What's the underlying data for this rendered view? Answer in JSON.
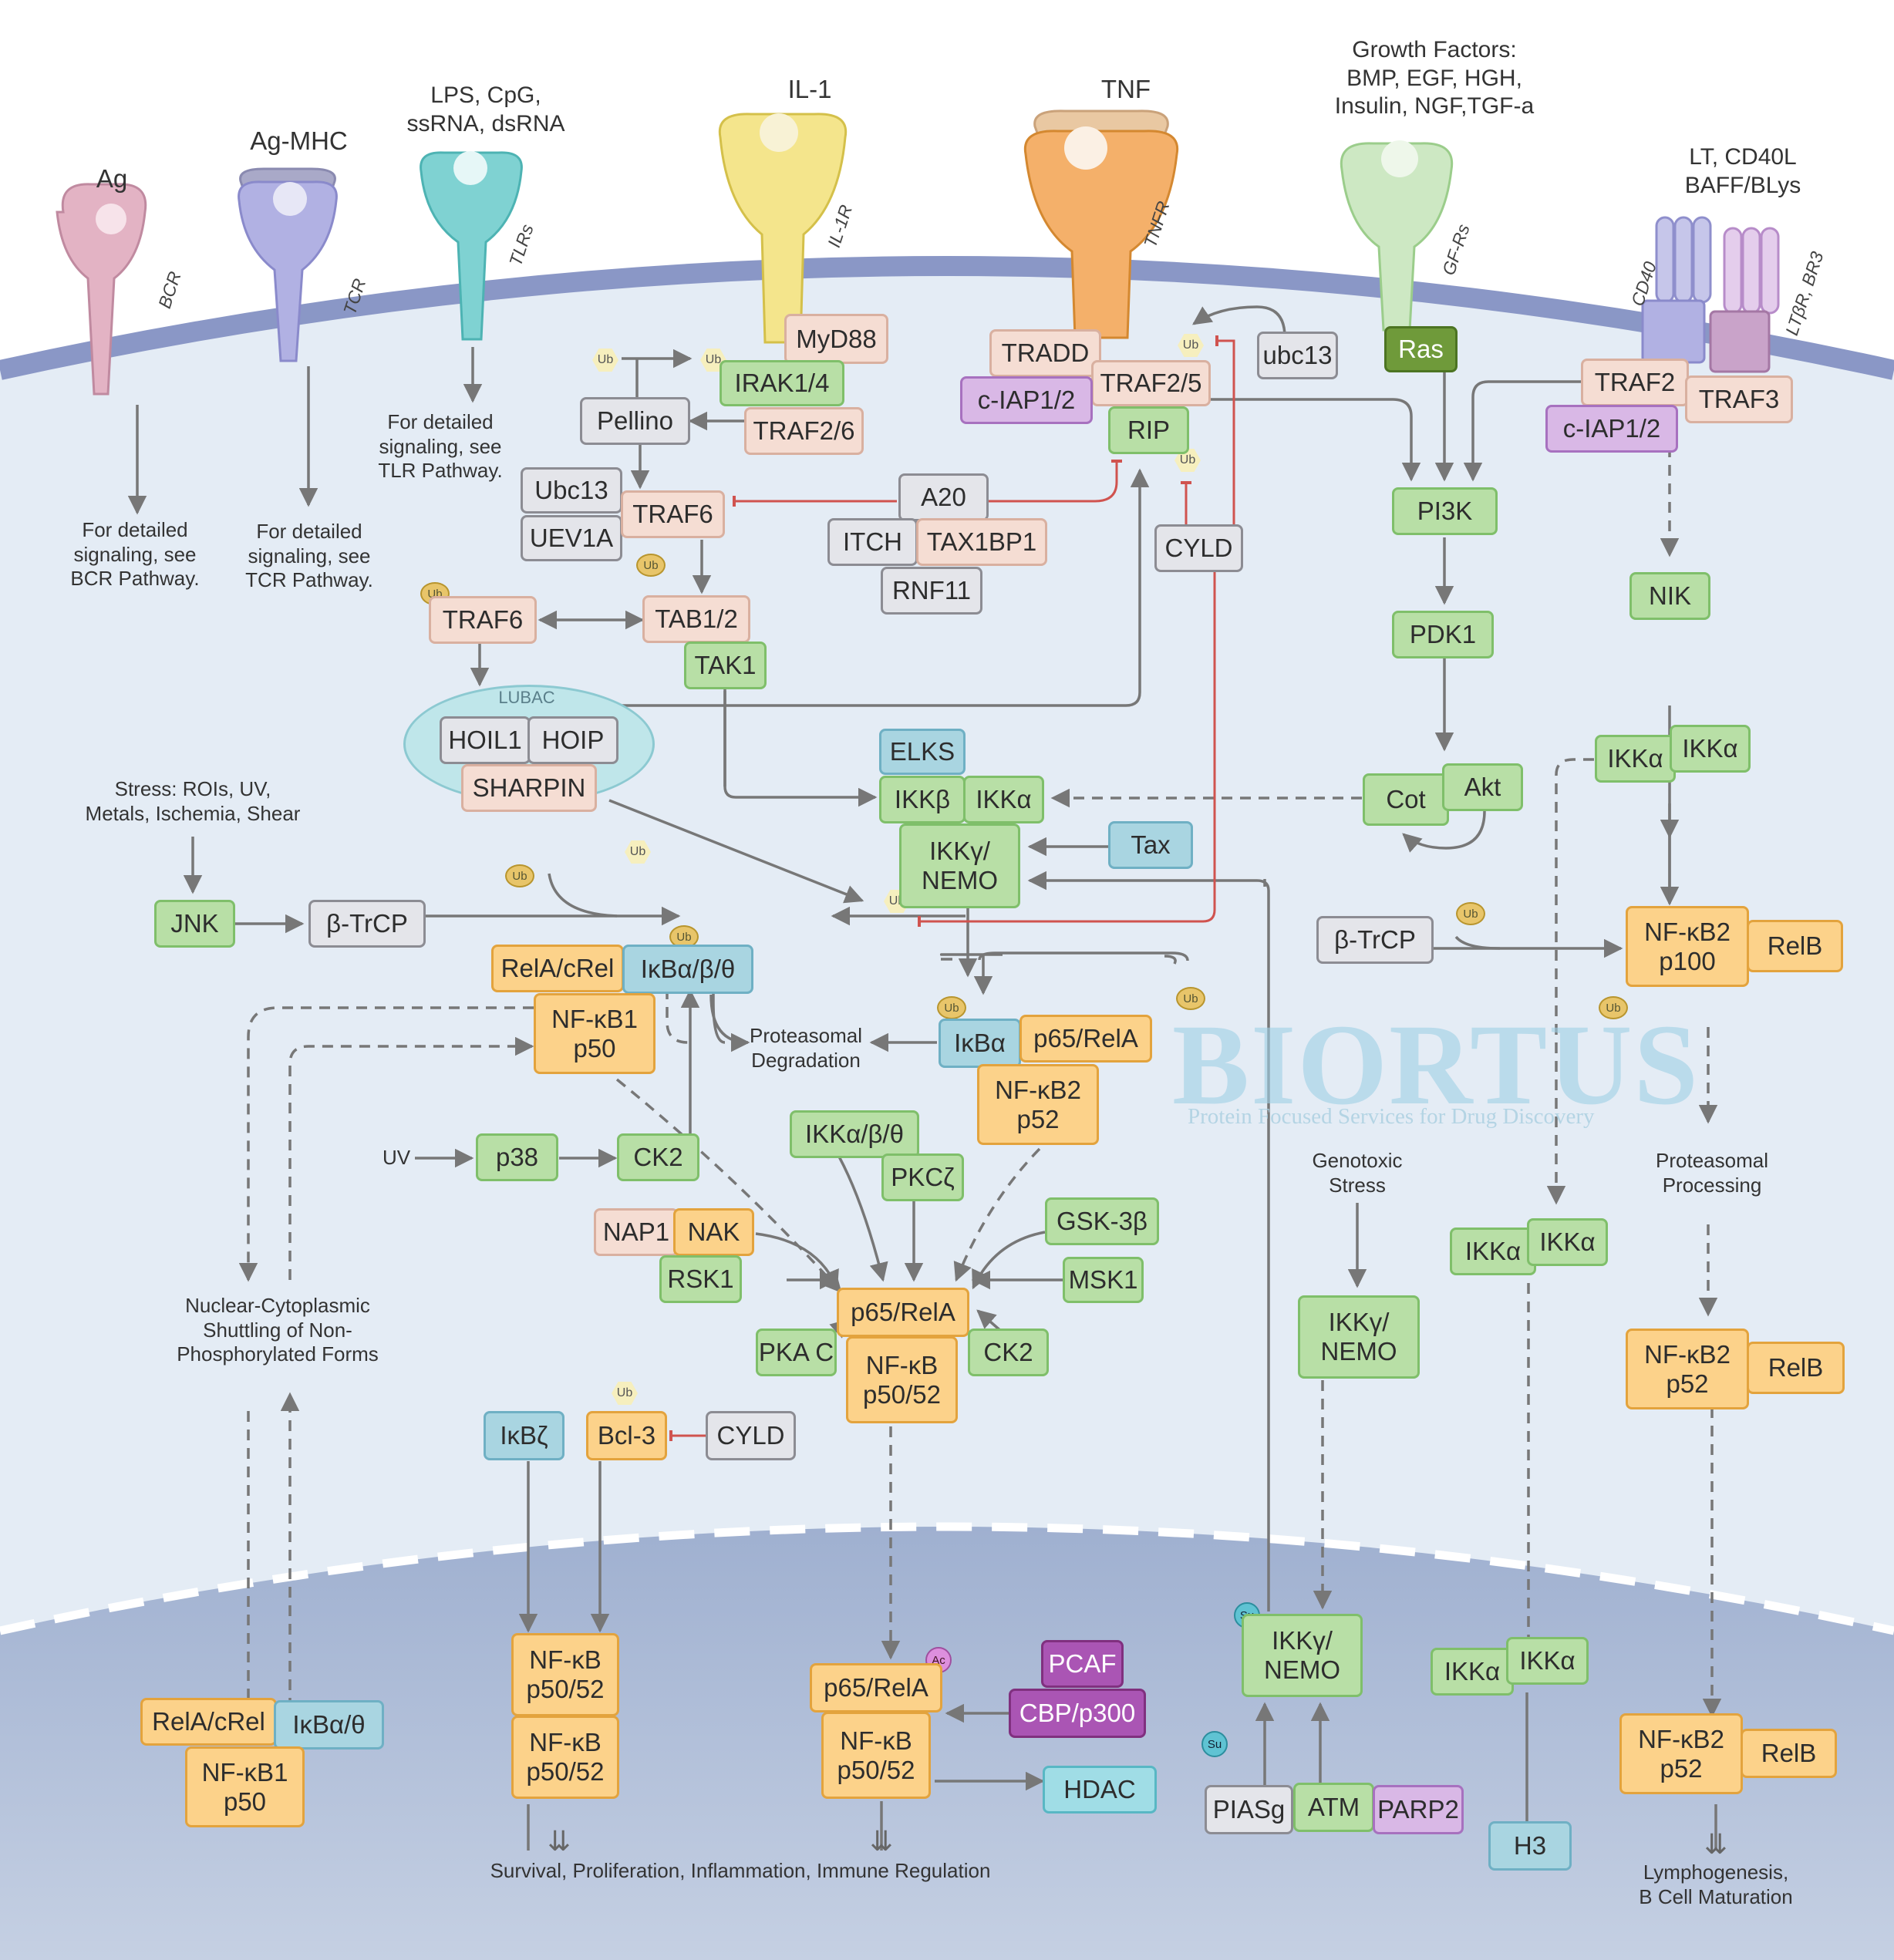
{
  "ligands": {
    "ag": "Ag",
    "agmhc": "Ag-MHC",
    "lps": "LPS, CpG,\nssRNA, dsRNA",
    "il1": "IL-1",
    "tnf": "TNF",
    "growth": "Growth Factors:\nBMP, EGF, HGH,\nInsulin, NGF,TGF-a",
    "lt": "LT, CD40L\nBAFF/BLys"
  },
  "receptors": {
    "bcr": "BCR",
    "tcr": "TCR",
    "tlrs": "TLRs",
    "il1r": "IL-1R",
    "tnfr": "TNFR",
    "gfrs": "GF-Rs",
    "cd40": "CD40",
    "ltbr": "LTβR, BR3"
  },
  "notes": {
    "bcr": "For detailed\nsignaling, see\nBCR Pathway.",
    "tcr": "For detailed\nsignaling, see\nTCR Pathway.",
    "tlr": "For detailed\nsignaling, see\nTLR Pathway.",
    "stress": "Stress: ROIs, UV,\nMetals, Ischemia, Shear",
    "uv": "UV",
    "proteasomal_degradation": "Proteasomal\nDegradation",
    "genotoxic": "Genotoxic\nStress",
    "proteasomal_processing": "Proteasomal\nProcessing",
    "shuttling": "Nuclear-Cytoplasmic\nShuttling of Non-\nPhosphorylated Forms",
    "survival": "Survival, Proliferation, Inflammation, Immune Regulation",
    "lymphogenesis": "Lymphogenesis,\nB Cell Maturation",
    "lubac": "LUBAC"
  },
  "modifiers": {
    "ub": "Ub",
    "su": "Su",
    "ac": "Ac"
  },
  "nodes": {
    "myd88": "MyD88",
    "irak": "IRAK1/4",
    "traf26": "TRAF2/6",
    "pellino": "Pellino",
    "ubc13a": "Ubc13",
    "uev1a": "UEV1A",
    "traf6a": "TRAF6",
    "a20": "A20",
    "itch": "ITCH",
    "tax1bp1": "TAX1BP1",
    "rnf11": "RNF11",
    "tradd": "TRADD",
    "traf25": "TRAF2/5",
    "ciap12a": "c-IAP1/2",
    "rip": "RIP",
    "cyld1": "CYLD",
    "ubc13b": "ubc13",
    "ras": "Ras",
    "traf2": "TRAF2",
    "traf3": "TRAF3",
    "ciap12b": "c-IAP1/2",
    "pi3k": "PI3K",
    "pdk1": "PDK1",
    "nik": "NIK",
    "traf6b": "TRAF6",
    "tab12": "TAB1/2",
    "tak1": "TAK1",
    "hoil1": "HOIL1",
    "hoip": "HOIP",
    "sharpin": "SHARPIN",
    "elks": "ELKS",
    "ikkb": "IKKβ",
    "ikka1": "IKKα",
    "ikkg1": "IKKγ/\nNEMO",
    "tax": "Tax",
    "cot": "Cot",
    "akt": "Akt",
    "ikka2": "IKKα",
    "ikka3": "IKKα",
    "jnk": "JNK",
    "btrcp1": "β-TrCP",
    "btrcp2": "β-TrCP",
    "nfkb2p100": "NF-κB2\np100",
    "relb1": "RelB",
    "relacrel1": "RelA/cRel",
    "ikbabt": "IκBα/β/θ",
    "nfkb1p50a": "NF-κB1\np50",
    "ikba": "IκBα",
    "p65rela1": "p65/RelA",
    "nfkb2p52a": "NF-κB2\np52",
    "p38": "p38",
    "ck2a": "CK2",
    "ikkabt": "IKKα/β/θ",
    "pkcz": "PKCζ",
    "nap1": "NAP1",
    "nak": "NAK",
    "rsk1": "RSK1",
    "gsk3b": "GSK-3β",
    "msk1": "MSK1",
    "p65rela2": "p65/RelA",
    "nfkbp5052a": "NF-κB\np50/52",
    "pkac": "PKA C",
    "ck2b": "CK2",
    "ikka4": "IKKα",
    "ikka5": "IKKα",
    "ikkg2": "IKKγ/\nNEMO",
    "nfkb2p52b": "NF-κB2\np52",
    "relb2": "RelB",
    "ikbz": "IκBζ",
    "bcl3": "Bcl-3",
    "cyld2": "CYLD",
    "relacrel2": "RelA/cRel",
    "ikbat": "IκBα/θ",
    "nfkb1p50b": "NF-κB1\np50",
    "nfkbp5052b": "NF-κB\np50/52",
    "nfkbp5052c": "NF-κB\np50/52",
    "p65rela3": "p65/RelA",
    "nfkbp5052d": "NF-κB\np50/52",
    "pcaf": "PCAF",
    "cbpp300": "CBP/p300",
    "hdac": "HDAC",
    "ikkg3": "IKKγ/\nNEMO",
    "piasg": "PIASg",
    "atm": "ATM",
    "parp2": "PARP2",
    "ikka6": "IKKα",
    "ikka7": "IKKα",
    "h3": "H3",
    "nfkb2p52c": "NF-κB2\np52",
    "relb3": "RelB"
  },
  "watermark": {
    "brand": "BIORTUS",
    "tagline": "Protein Focused Services for Drug Discovery"
  },
  "colors": {
    "membrane": "#8a97c6",
    "cytoplasm": "#e4ecf5",
    "nucleus": "#a7b6d2",
    "arrow": "#777777",
    "inhibit": "#d0534f"
  }
}
